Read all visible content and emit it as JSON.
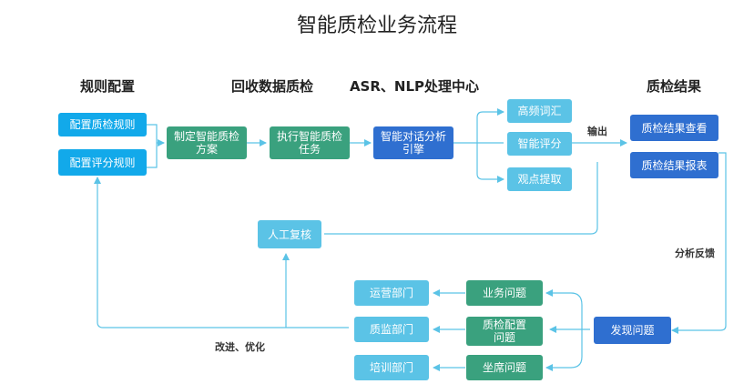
{
  "title": "智能质检业务流程",
  "sections": {
    "config": "规则配置",
    "collect": "回收数据质检",
    "center": "ASR、NLP处理中心",
    "result": "质检结果"
  },
  "boxes": {
    "config_rules": "配置质检规则",
    "config_score": "配置评分规则",
    "make_plan": "制定智能质检方案",
    "run_task": "执行智能质检任务",
    "engine": "智能对话分析引擎",
    "hot_words": "高频词汇",
    "smart_score": "智能评分",
    "extract_views": "观点提取",
    "view_result": "质检结果查看",
    "result_report": "质检结果报表",
    "manual_review": "人工复核",
    "find_issues": "发现问题",
    "business_issue": "业务问题",
    "config_issue": "质检配置问题",
    "seat_issue": "坐席问题",
    "ops_dept": "运营部门",
    "qa_dept": "质监部门",
    "training_dept": "培训部门"
  },
  "labels": {
    "output": "输出",
    "feedback": "分析反馈",
    "improve": "改进、优化"
  },
  "colors": {
    "cyan": "#12a9ea",
    "green": "#3aa17e",
    "blue": "#2f6fd0",
    "light": "#5bc3e6",
    "line": "#5bc3e6"
  }
}
